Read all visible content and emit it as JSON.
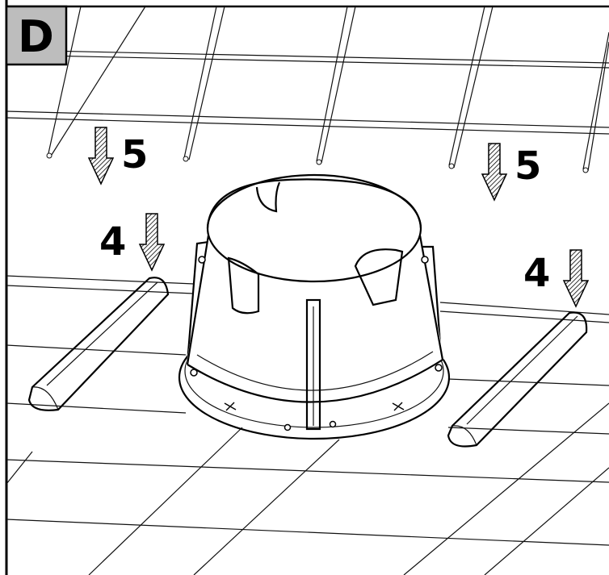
{
  "panel": {
    "label": "D"
  },
  "steps": [
    {
      "id": "left-5",
      "number": "5"
    },
    {
      "id": "right-5",
      "number": "5"
    },
    {
      "id": "left-4",
      "number": "4"
    },
    {
      "id": "right-4",
      "number": "4"
    }
  ]
}
